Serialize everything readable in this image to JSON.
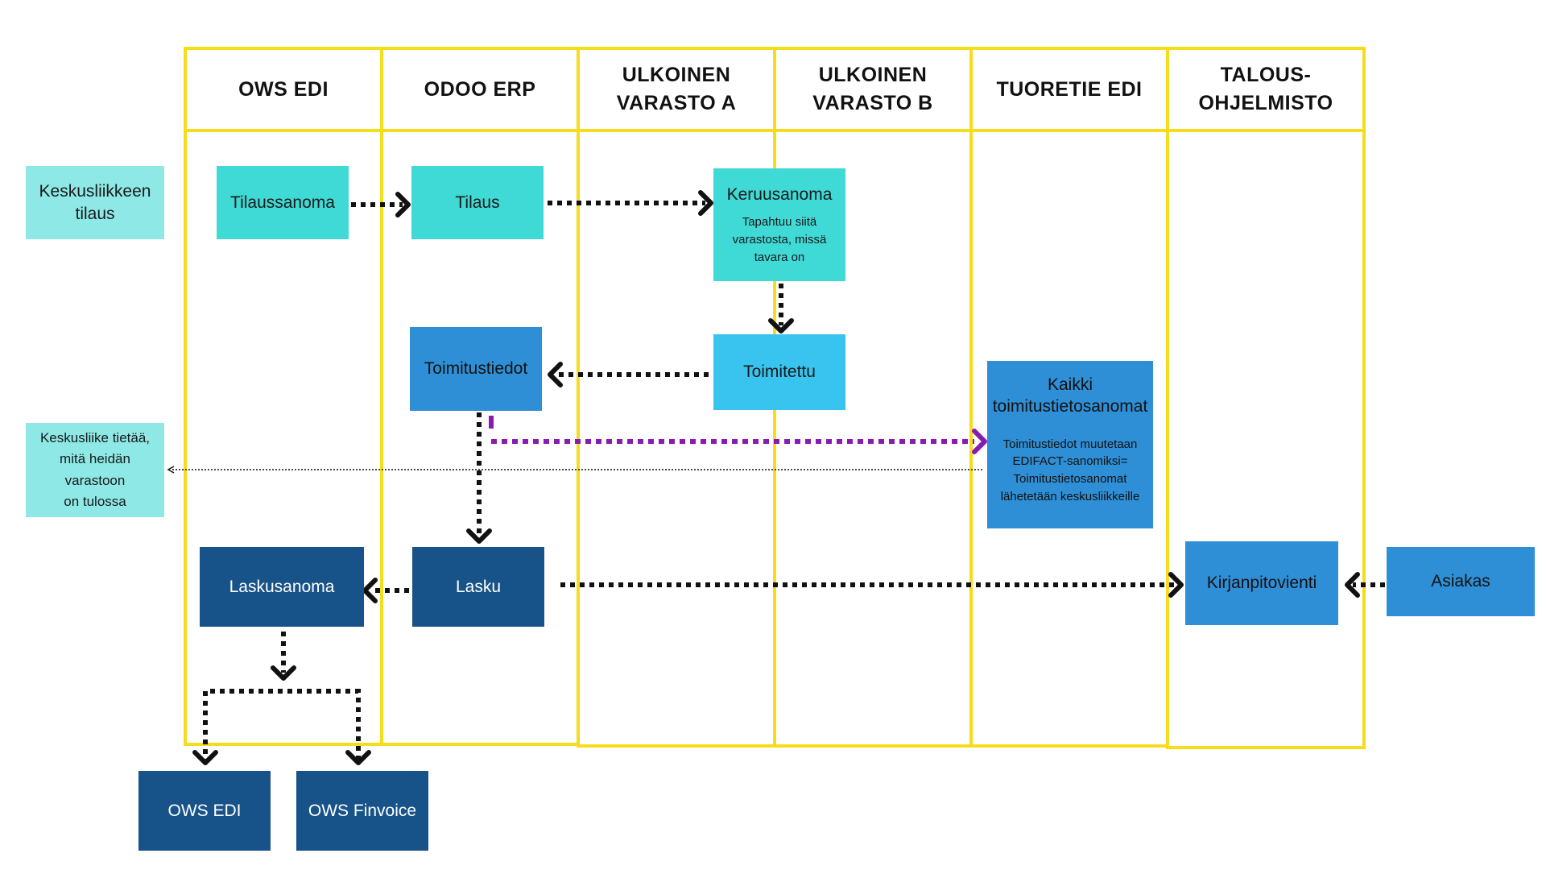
{
  "lanes": [
    {
      "label": "OWS EDI"
    },
    {
      "label": "ODOO ERP"
    },
    {
      "label": "ULKOINEN\nVARASTO A"
    },
    {
      "label": "ULKOINEN\nVARASTO B"
    },
    {
      "label": "TUORETIE EDI"
    },
    {
      "label": "TALOUS-\nOHJELMISTO"
    }
  ],
  "boxes": {
    "keskusliike_tilaus": "Keskusliikkeen\ntilaus",
    "tilaussanoma": "Tilaussanoma",
    "tilaus": "Tilaus",
    "keruusanoma": "Keruusanoma",
    "keruusanoma_note": "Tapahtuu siitä\nvarastosta, missä\ntavara on",
    "toimitustiedot": "Toimitustiedot",
    "toimitettu": "Toimitettu",
    "kaikki": "Kaikki\ntoimitustietosanomat",
    "kaikki_note": "Toimitustiedot muutetaan\nEDIFACT-sanomiksi=\nToimitustietosanomat\nlähetetään keskusliikkeille",
    "keskusliike_tietaa": "Keskusliike tietää,\nmitä heidän\nvarastoon\non tulossa",
    "laskusanoma": "Laskusanoma",
    "lasku": "Lasku",
    "kirjanpitovienti": "Kirjanpitovienti",
    "asiakas": "Asiakas",
    "ows_edi": "OWS EDI",
    "ows_finvoice": "OWS Finvoice"
  },
  "colors": {
    "lane_border": "#f5dd1c",
    "teal": "#3fd9d6",
    "light_teal": "#8de8e6",
    "sky": "#38c4ee",
    "mid_blue": "#2e8fd6",
    "dark_blue": "#175389",
    "arrow": "#111111",
    "purple_arrow": "#8a1bb0"
  }
}
